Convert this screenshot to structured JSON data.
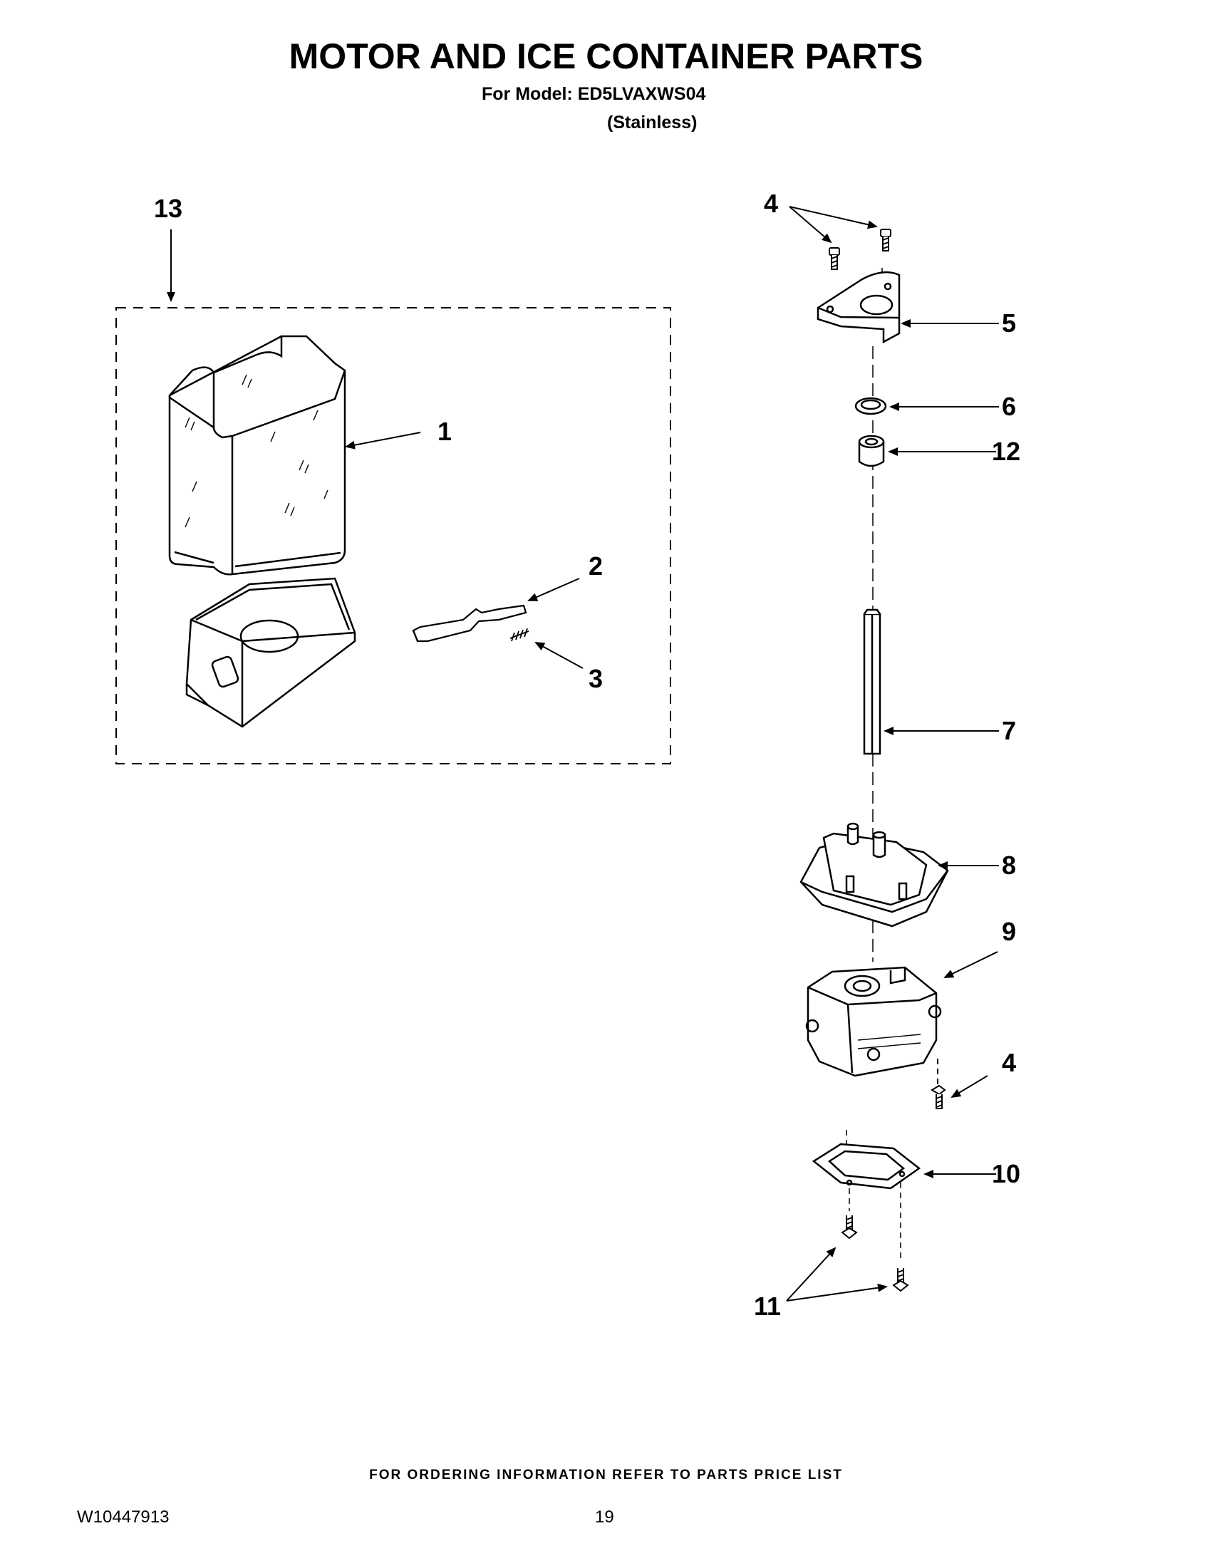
{
  "page": {
    "title": "MOTOR AND ICE CONTAINER PARTS",
    "model": "For Model: ED5LVAXWS04",
    "variant": "(Stainless)",
    "footer_note": "FOR ORDERING INFORMATION REFER TO PARTS PRICE LIST",
    "doc_number": "W10447913",
    "page_number": "19"
  },
  "callouts": {
    "c1": "1",
    "c2": "2",
    "c3": "3",
    "c4a": "4",
    "c4b": "4",
    "c5": "5",
    "c6": "6",
    "c7": "7",
    "c8": "8",
    "c9": "9",
    "c10": "10",
    "c11": "11",
    "c12": "12",
    "c13": "13"
  }
}
